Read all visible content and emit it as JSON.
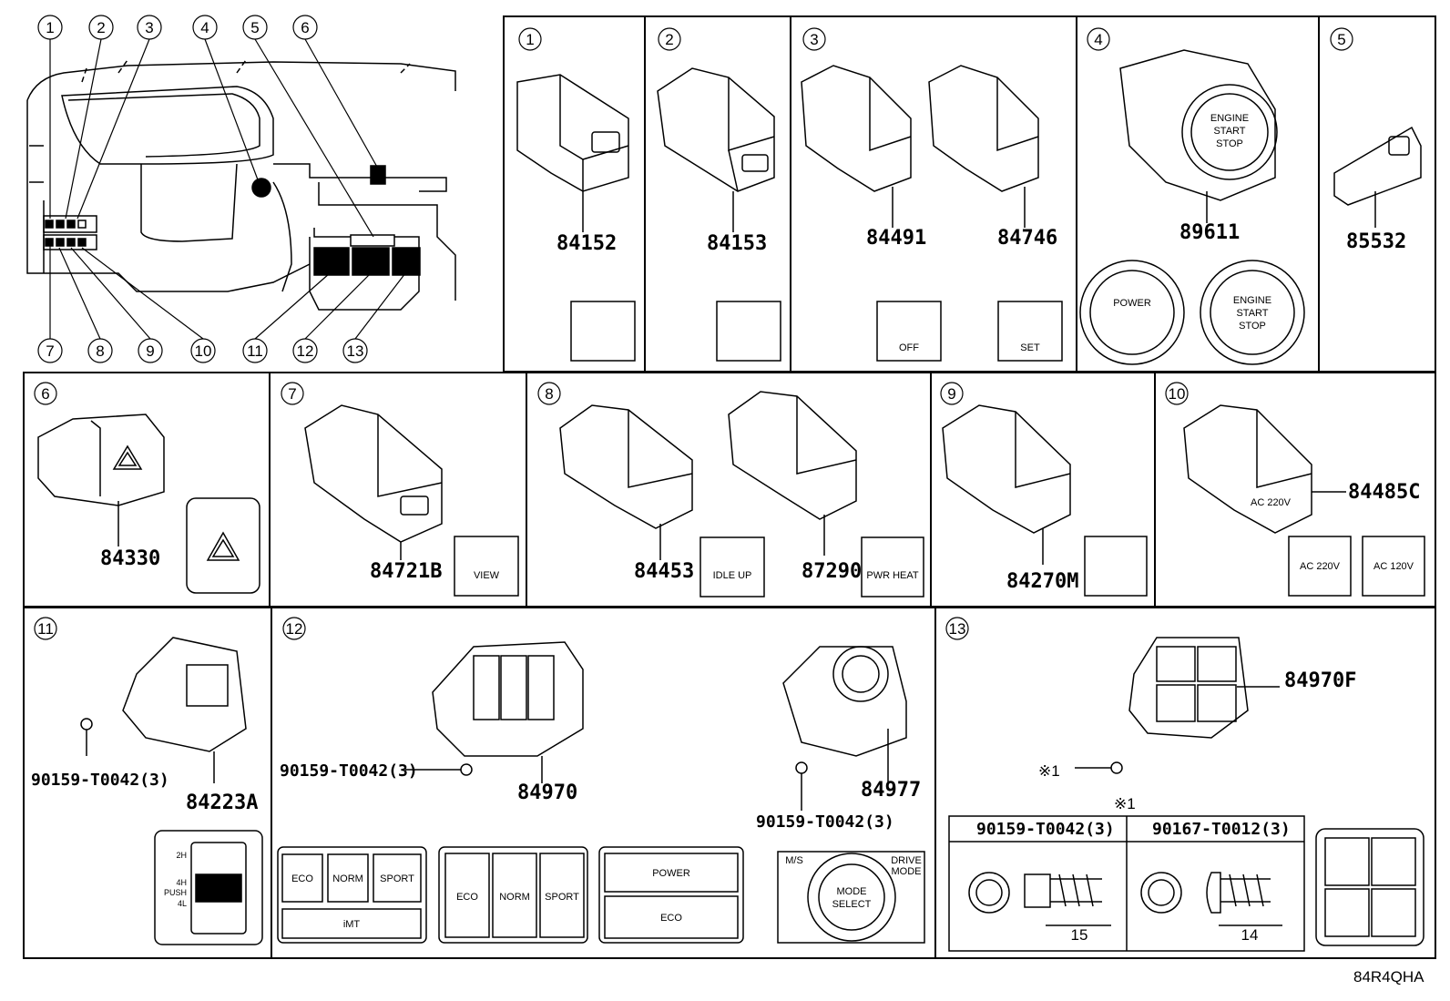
{
  "diagram_code": "84R4QHA",
  "overview_callouts": [
    "1",
    "2",
    "3",
    "4",
    "5",
    "6",
    "7",
    "8",
    "9",
    "10",
    "11",
    "13",
    "12"
  ],
  "panels": {
    "p1": {
      "num": "1",
      "parts": [
        "84152"
      ]
    },
    "p2": {
      "num": "2",
      "parts": [
        "84153"
      ]
    },
    "p3": {
      "num": "3",
      "parts": [
        "84491",
        "84746"
      ],
      "icon_labels": [
        "OFF",
        "SET"
      ]
    },
    "p4": {
      "num": "4",
      "parts": [
        "89611"
      ],
      "button_main": [
        "ENGINE",
        "START",
        "STOP"
      ],
      "button_power": [
        "POWER"
      ],
      "button_engine": [
        "ENGINE",
        "START",
        "STOP"
      ]
    },
    "p5": {
      "num": "5",
      "parts": [
        "85532"
      ]
    },
    "p6": {
      "num": "6",
      "parts": [
        "84330"
      ]
    },
    "p7": {
      "num": "7",
      "parts": [
        "84721B"
      ],
      "icon_labels": [
        "VIEW"
      ]
    },
    "p8": {
      "num": "8",
      "parts": [
        "84453",
        "87290"
      ],
      "icon_labels": [
        "IDLE UP",
        "PWR HEAT"
      ]
    },
    "p9": {
      "num": "9",
      "parts": [
        "84270M"
      ]
    },
    "p10": {
      "num": "10",
      "parts": [
        "84485C"
      ],
      "icon_labels": [
        "AC 220V",
        "AC 120V"
      ],
      "switch_label": "AC 220V"
    },
    "p11": {
      "num": "11",
      "parts": [
        "84223A",
        "90159-T0042(3)"
      ],
      "selector": [
        "2H",
        "4H",
        "PUSH",
        "4L"
      ]
    },
    "p12": {
      "num": "12",
      "parts": [
        "84970",
        "84977",
        "90159-T0042(3)",
        "90159-T0042(3)"
      ],
      "mode_buttons": [
        "ECO",
        "NORM",
        "SPORT"
      ],
      "layout_a": [
        "ECO",
        "NORM",
        "SPORT",
        "iMT"
      ],
      "layout_b": [
        "ECO",
        "NORM",
        "SPORT"
      ],
      "layout_c": [
        "POWER",
        "ECO"
      ],
      "dial": [
        "M/S",
        "DRIVE",
        "MODE",
        "MODE",
        "SELECT"
      ]
    },
    "p13": {
      "num": "13",
      "parts": [
        "84970F"
      ],
      "note_mark": "※1",
      "table_header": "※1",
      "bolts": [
        {
          "part": "90159-T0042(3)",
          "length": "15"
        },
        {
          "part": "90167-T0012(3)",
          "length": "14"
        }
      ]
    }
  }
}
